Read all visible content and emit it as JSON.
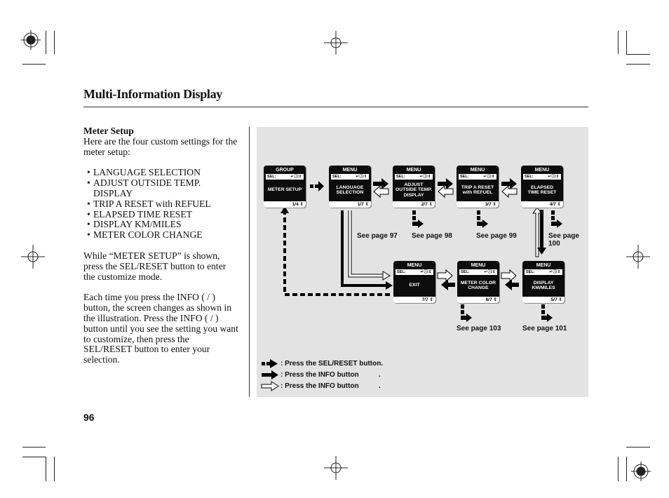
{
  "header": {
    "title": "Multi-Information Display"
  },
  "body": {
    "heading": "Meter Setup",
    "intro": "Here are the four custom settings for the meter setup:",
    "bullets": [
      "LANGUAGE SELECTION",
      "ADJUST OUTSIDE TEMP. DISPLAY",
      "TRIP A RESET with REFUEL",
      "ELAPSED TIME RESET",
      "DISPLAY KM/MILES",
      "METER COLOR CHANGE"
    ],
    "para1": "While “METER SETUP” is shown, press the SEL/RESET button to enter the customize mode.",
    "para2": "Each time you press the INFO (   /   ) button, the screen changes as shown in the illustration. Press the INFO (   /   ) button until you see the setting you want to customize, then press the SEL/RESET button to enter your selection."
  },
  "diagram": {
    "sel_label": "SEL:",
    "screens": [
      {
        "header": "GROUP",
        "label": "METER SETUP",
        "count": "1/4"
      },
      {
        "header": "MENU",
        "label": "LANGUAGE\nSELECTION",
        "count": "1/7"
      },
      {
        "header": "MENU",
        "label": "ADJUST\nOUTSIDE TEMP.\nDISPLAY",
        "count": "2/7"
      },
      {
        "header": "MENU",
        "label": "TRIP A RESET\nwith REFUEL",
        "count": "3/7"
      },
      {
        "header": "MENU",
        "label": "ELAPSED\nTIME RESET",
        "count": "4/7"
      },
      {
        "header": "MENU",
        "label": "DISPLAY\nKM/MILES",
        "count": "5/7"
      },
      {
        "header": "MENU",
        "label": "METER COLOR\nCHANGE",
        "count": "6/7"
      },
      {
        "header": "MENU",
        "label": "EXIT",
        "count": "7/7"
      }
    ],
    "refs": {
      "p97": "See page 97",
      "p98": "See page 98",
      "p99": "See page 99",
      "p100a": "See page",
      "p100b": "100",
      "p103": "See page 103",
      "p101": "See page 101"
    },
    "legend": [
      ": Press the SEL/RESET button.",
      ": Press the INFO button",
      ": Press the INFO button"
    ],
    "legend_suffix": "."
  },
  "footer": {
    "page_number": "96"
  }
}
